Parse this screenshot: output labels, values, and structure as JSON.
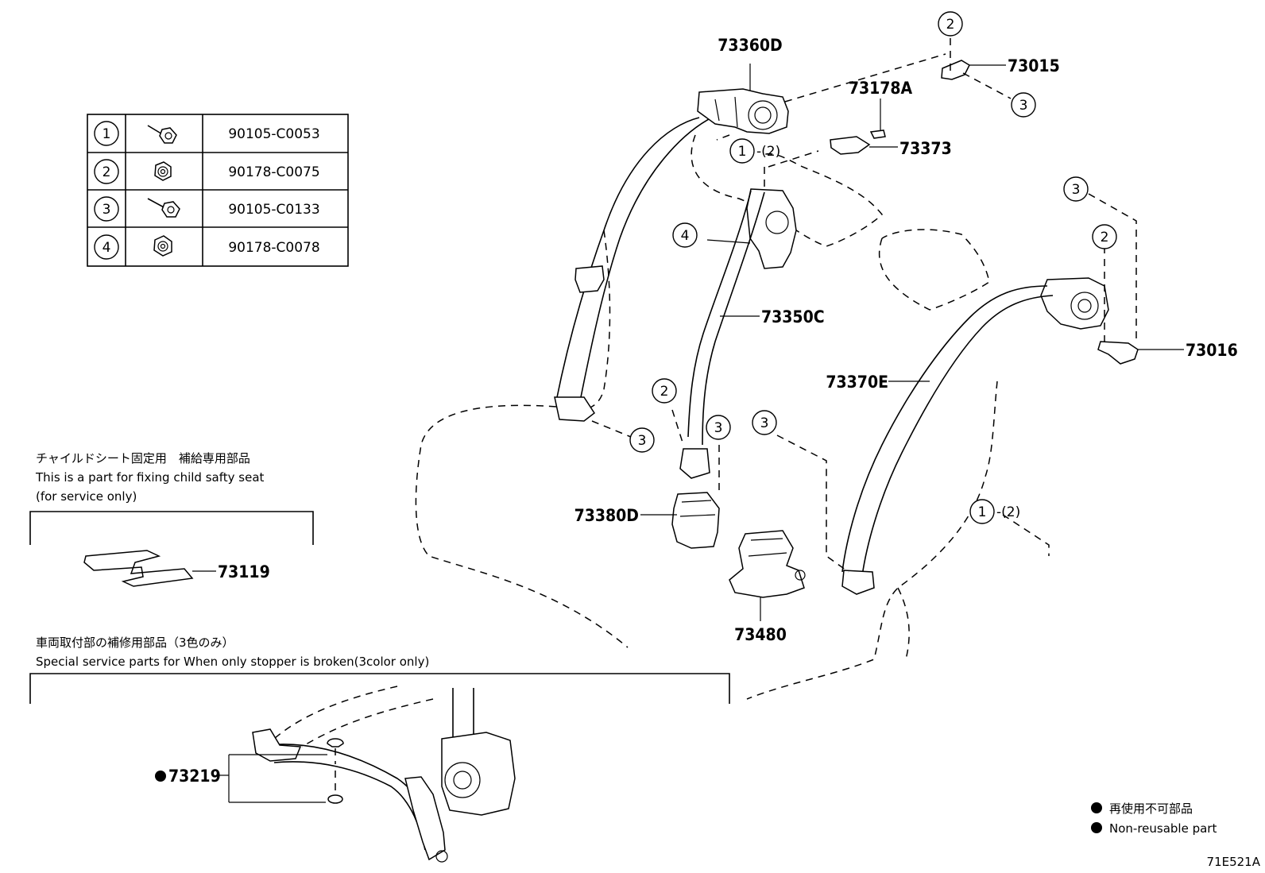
{
  "fastener_table": [
    {
      "ref": "1",
      "part_no": "90105-C0053"
    },
    {
      "ref": "2",
      "part_no": "90178-C0075"
    },
    {
      "ref": "3",
      "part_no": "90105-C0133"
    },
    {
      "ref": "4",
      "part_no": "90178-C0078"
    }
  ],
  "labels": {
    "p73360D": "73360D",
    "p73015": "73015",
    "p73178A": "73178A",
    "p73373": "73373",
    "p73350C": "73350C",
    "p73016": "73016",
    "p73370E": "73370E",
    "p73380D": "73380D",
    "p73480": "73480",
    "p73119": "73119",
    "p73219": "73219"
  },
  "callouts": {
    "c2_top": "2",
    "c3_top": "3",
    "c1_mid": "1",
    "c1_mid_qty": "-(2)",
    "c4": "4",
    "c3_right": "3",
    "c2_right": "2",
    "c2_buckle": "2",
    "c3_buckle": "3",
    "c3_left": "3",
    "c3_center": "3",
    "c1_low": "1",
    "c1_low_qty": "-(2)"
  },
  "child_seat_note": {
    "jp": "チャイルドシート固定用　補給専用部品",
    "en1": "This is a part for fixing child safty seat",
    "en2": "(for service only)"
  },
  "stopper_note": {
    "jp": "車両取付部の補修用部品（3色のみ）",
    "en": "Special service parts for When only stopper is broken(3color only)"
  },
  "legend": {
    "jp": "再使用不可部品",
    "en": "Non-reusable part"
  },
  "diagram_code": "71E521A"
}
